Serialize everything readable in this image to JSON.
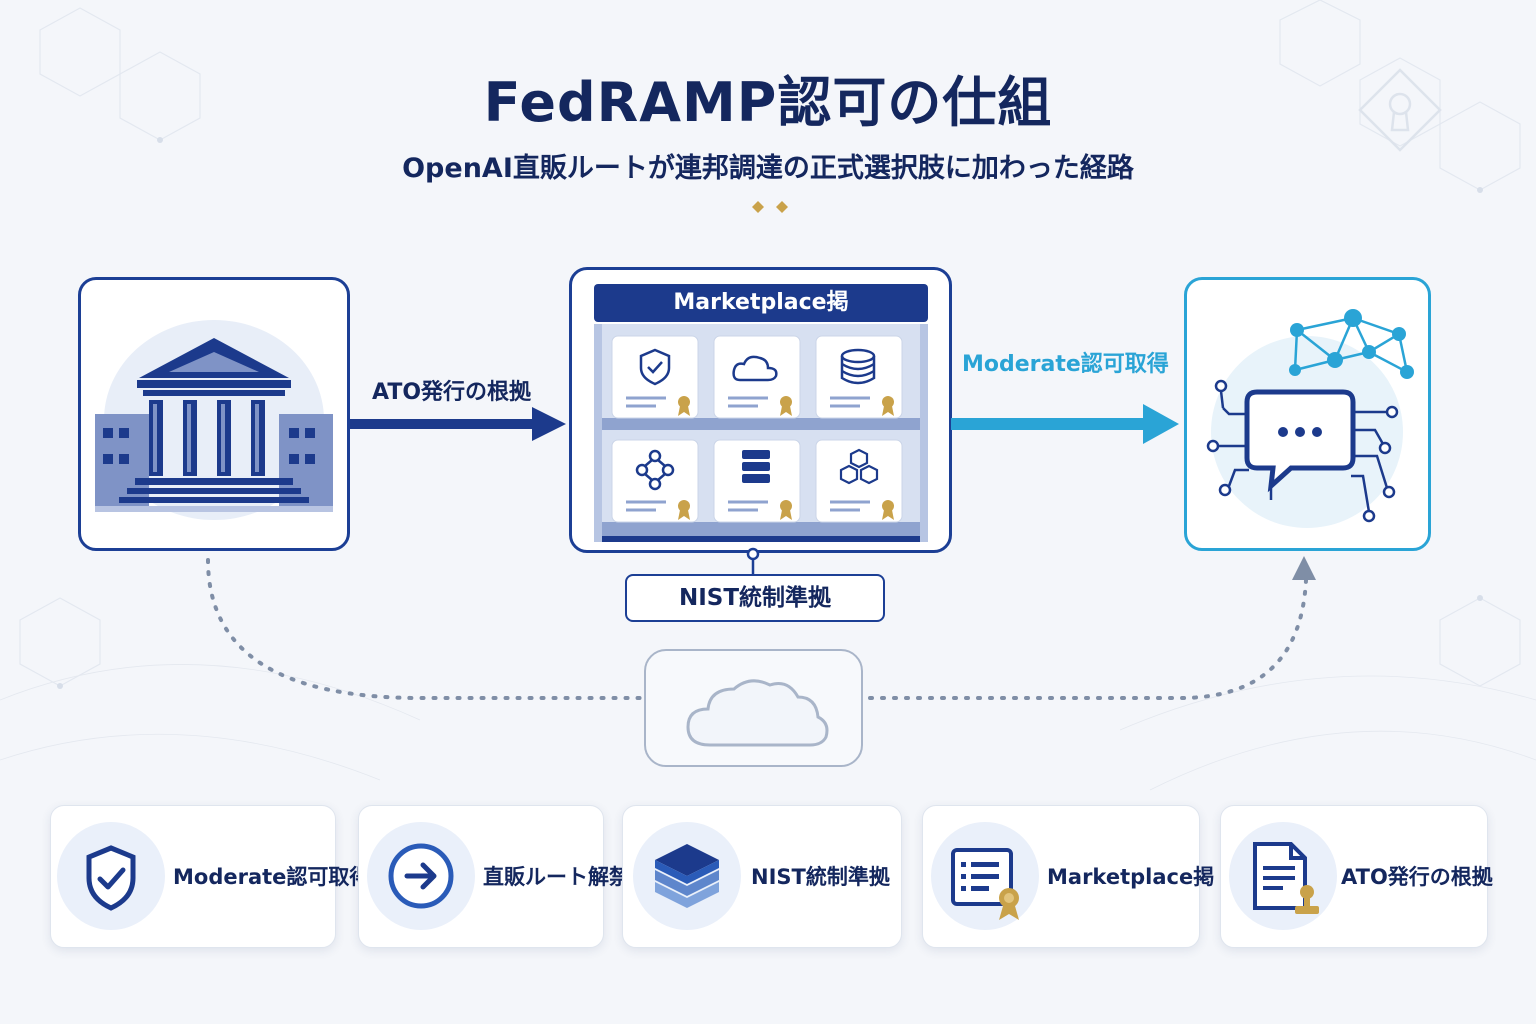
{
  "header": {
    "title": "FedRAMP認可の仕組",
    "subtitle": "OpenAI直販ルートが連邦調達の正式選択肢に加わった経路"
  },
  "diagram": {
    "marketplace_header": "Marketplace掲",
    "label_ato": "ATO発行の根拠",
    "label_moderate": "Moderate認可取得",
    "nist_box": "NIST統制準拠"
  },
  "cards": [
    {
      "label": "Moderate認可取得",
      "icon": "shield-check-icon"
    },
    {
      "label": "直販ルート解禁",
      "icon": "arrow-right-circle-icon"
    },
    {
      "label": "NIST統制準拠",
      "icon": "layers-icon"
    },
    {
      "label": "Marketplace掲",
      "icon": "certificate-list-icon"
    },
    {
      "label": "ATO発行の根拠",
      "icon": "document-stamp-icon"
    }
  ],
  "colors": {
    "navy": "#14275e",
    "primary_blue": "#1c3f95",
    "light_blue": "#2aa4d6",
    "gold": "#c9a24a",
    "dotted_gray": "#7f8ea6"
  }
}
